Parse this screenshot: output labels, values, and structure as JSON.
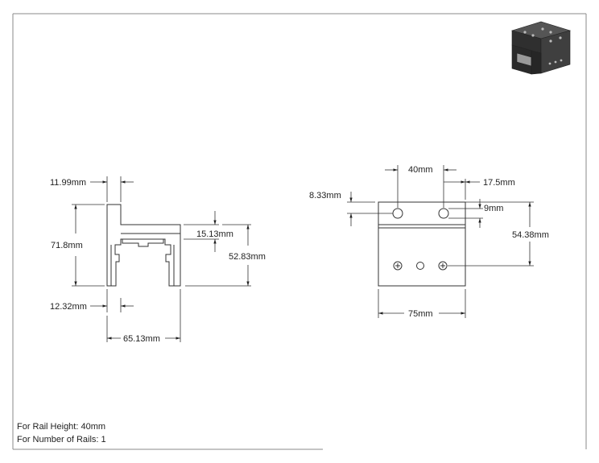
{
  "side_view": {
    "dims": {
      "top_thickness": "11.99mm",
      "height": "71.8mm",
      "inner_depth": "15.13mm",
      "right_height": "52.83mm",
      "bottom_thickness": "12.32mm",
      "total_width": "65.13mm"
    }
  },
  "front_view": {
    "dims": {
      "hole_spacing": "40mm",
      "edge_offset": "17.5mm",
      "top_offset": "8.33mm",
      "hole_diameter": "9mm",
      "mount_offset": "54.38mm",
      "width": "75mm"
    }
  },
  "notes": {
    "rail_height": "For Rail Height: 40mm",
    "rail_count": "For Number of Rails: 1"
  },
  "thumbnail": {
    "icon": "isometric-bracket-icon",
    "color": "#3a3a3a"
  }
}
